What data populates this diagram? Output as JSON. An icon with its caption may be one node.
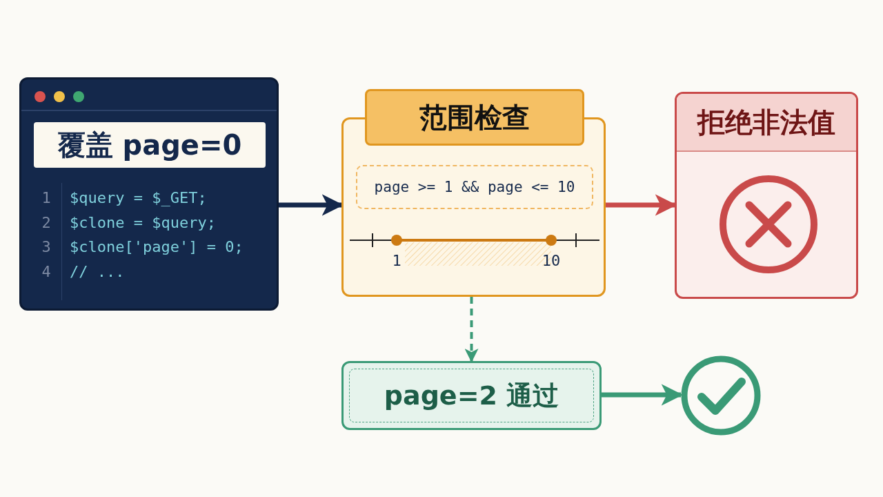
{
  "diagram": {
    "nodes": [
      {
        "text": [
          "覆盖 page=0",
          "$query = $_GET;",
          "$clone = $query;",
          "$clone['page'] = 0;",
          "// ..."
        ]
      },
      {
        "text": [
          "范围检查",
          "page >= 1 && page <= 10"
        ]
      },
      {
        "text": [
          "拒绝非法值"
        ]
      },
      {
        "text": [
          "page=2 通过"
        ]
      },
      {
        "text": [],
        "shape": "circle"
      }
    ],
    "edges": [
      {
        "from": 0,
        "to": 1,
        "arrow": "to",
        "color": "#14284b"
      },
      {
        "from": 1,
        "to": 2,
        "arrow": "to",
        "color": "#c94a4a"
      },
      {
        "from": 1,
        "to": 3,
        "arrow": "to",
        "style": "dashed",
        "color": "#3a9a76"
      },
      {
        "from": 3,
        "to": 4,
        "arrow": "to",
        "color": "#3a9a76"
      }
    ],
    "labels": [
      "1",
      "2",
      "3",
      "4",
      "1",
      "10"
    ]
  }
}
